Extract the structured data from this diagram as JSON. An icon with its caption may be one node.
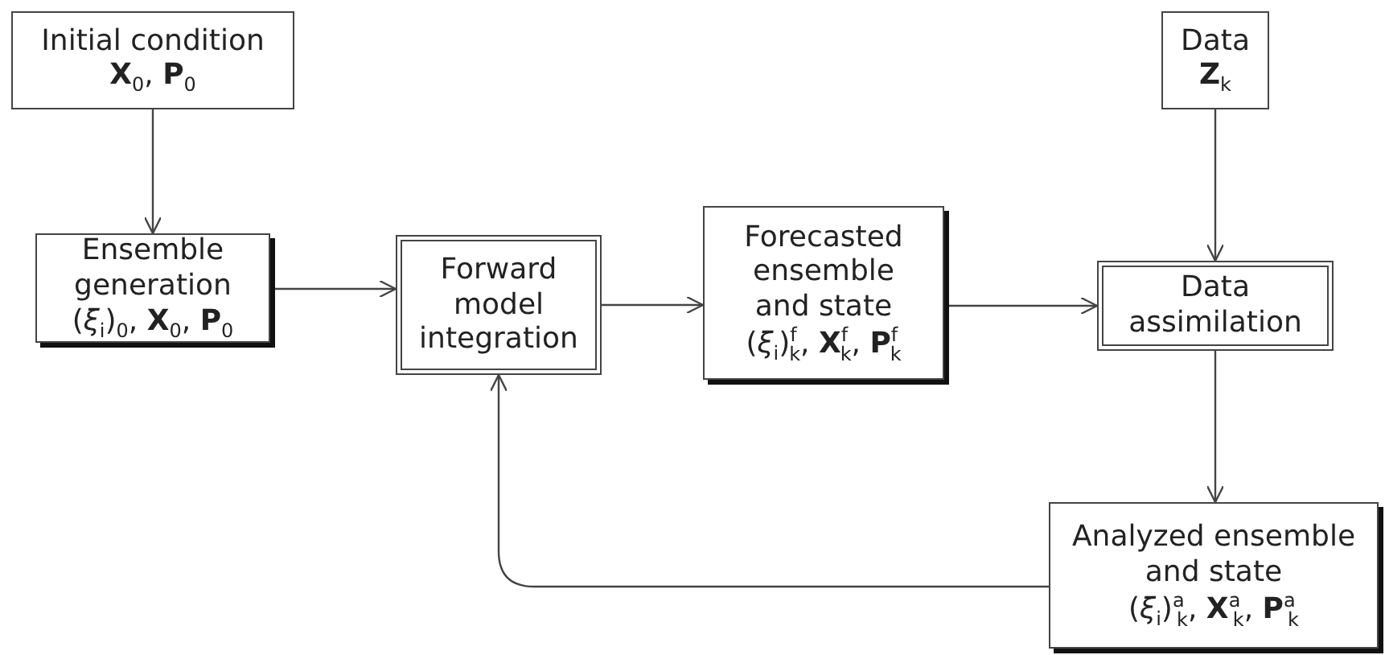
{
  "diagram": {
    "nodes": [
      {
        "text": [
          "Initial condition",
          "**X**$_{0}$, **P**$_{0}$"
        ]
      },
      {
        "text": [
          "Ensemble generation",
          "(*ξ*$_{i}$)$_{0}$, **X**$_{0}$, **P**$_{0}$"
        ]
      },
      {
        "text": [
          "Forward model integration"
        ]
      },
      {
        "text": [
          "Forecasted ensemble and state",
          "(*ξ*$_{i}$)$^{f}$$_{k}$, **X**$^{f}$$_{k}$, **P**$^{f}$$_{k}$"
        ]
      },
      {
        "text": [
          "Data",
          "**Z**$_{k}$"
        ]
      },
      {
        "text": [
          "Data assimilation"
        ]
      },
      {
        "text": [
          "Analyzed ensemble and state",
          "(*ξ*$_{i}$)$^{a}$$_{k}$, **X**$^{a}$$_{k}$, **P**$^{a}$$_{k}$"
        ]
      }
    ],
    "edges": [
      {
        "from": 0,
        "to": 1,
        "arrow": "to"
      },
      {
        "from": 1,
        "to": 2,
        "arrow": "to"
      },
      {
        "from": 2,
        "to": 3,
        "arrow": "to"
      },
      {
        "from": 3,
        "to": 5,
        "arrow": "to"
      },
      {
        "from": 4,
        "to": 5,
        "arrow": "to"
      },
      {
        "from": 5,
        "to": 6,
        "arrow": "to"
      },
      {
        "from": 6,
        "to": 2,
        "arrow": "to"
      }
    ]
  }
}
